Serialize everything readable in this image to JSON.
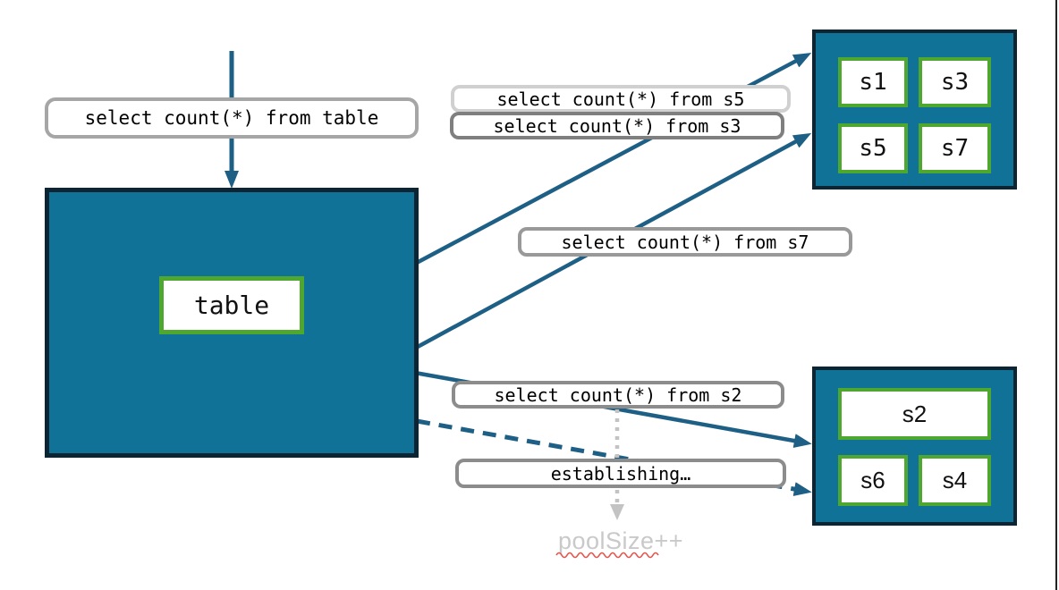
{
  "diagram": {
    "queries": {
      "table": "select count(*) from table",
      "s5": "select count(*) from s5",
      "s3": "select count(*) from s3",
      "s7": "select count(*) from s7",
      "s2": "select count(*) from s2",
      "establishing": "establishing…"
    },
    "table_label": "table",
    "shards": {
      "top": [
        "s1",
        "s3",
        "s5",
        "s7"
      ],
      "bottom": [
        "s2",
        "s6",
        "s4"
      ]
    },
    "pool_size_note": "poolSize++"
  },
  "colors": {
    "box_fill": "#0f7296",
    "box_border": "#0d2433",
    "arrow_teal": "#1e5f85",
    "cell_border_green": "#4ea72e",
    "label_border_gray": "#8c8c8c",
    "label_border_light": "#d0d0d0",
    "label_border_dark": "#7f7f7f",
    "dotted_arrow_gray": "#c3c3c3",
    "muted_text": "#c9c9c9",
    "spellcheck_red": "#e2544a"
  }
}
